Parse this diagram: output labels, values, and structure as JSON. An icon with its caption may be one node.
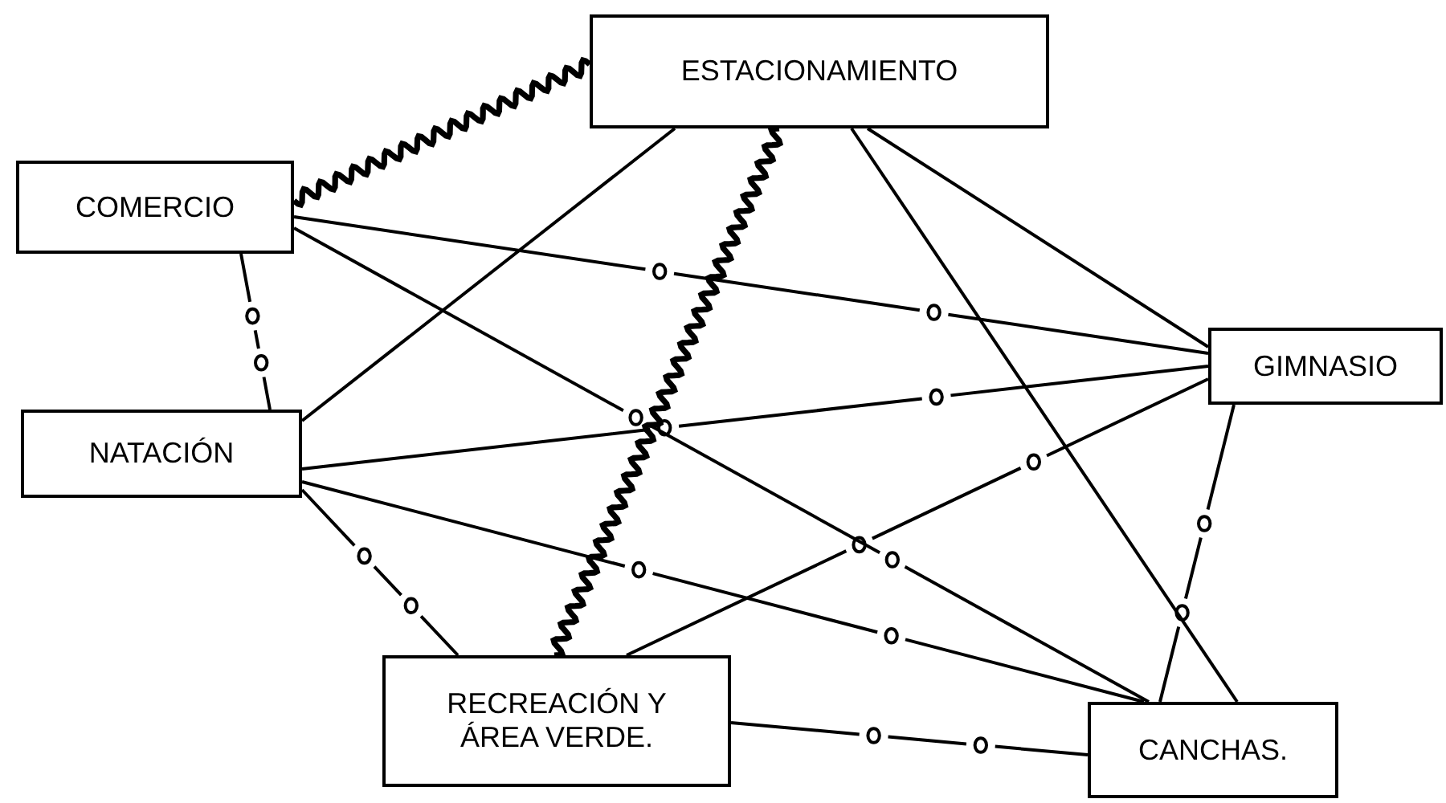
{
  "diagram": {
    "nodes": [
      {
        "text": [
          "ESTACIONAMIENTO"
        ]
      },
      {
        "text": [
          "COMERCIO"
        ]
      },
      {
        "text": [
          "GIMNASIO"
        ]
      },
      {
        "text": [
          "NATACIÓN"
        ]
      },
      {
        "text": [
          "RECREACIÓN Y ÁREA VERDE."
        ]
      },
      {
        "text": [
          "CANCHAS."
        ]
      }
    ],
    "edges": [
      {
        "from": 1,
        "to": 0,
        "arrow": "none",
        "style": "thick"
      },
      {
        "from": 0,
        "to": 4,
        "arrow": "none",
        "style": "thick"
      },
      {
        "from": 1,
        "to": 3,
        "arrow": "none",
        "style": "dashed"
      },
      {
        "from": 1,
        "to": 2,
        "arrow": "none",
        "style": "dashed"
      },
      {
        "from": 1,
        "to": 5,
        "arrow": "none",
        "style": "dashed"
      },
      {
        "from": 0,
        "to": 3,
        "arrow": "none"
      },
      {
        "from": 0,
        "to": 2,
        "arrow": "none"
      },
      {
        "from": 0,
        "to": 5,
        "arrow": "none"
      },
      {
        "from": 3,
        "to": 2,
        "arrow": "none",
        "style": "dashed"
      },
      {
        "from": 3,
        "to": 5,
        "arrow": "none",
        "style": "dashed"
      },
      {
        "from": 3,
        "to": 4,
        "arrow": "none",
        "style": "dashed"
      },
      {
        "from": 4,
        "to": 2,
        "arrow": "none",
        "style": "dashed"
      },
      {
        "from": 4,
        "to": 5,
        "arrow": "none",
        "style": "dashed"
      },
      {
        "from": 2,
        "to": 5,
        "arrow": "none",
        "style": "dashed"
      }
    ]
  }
}
